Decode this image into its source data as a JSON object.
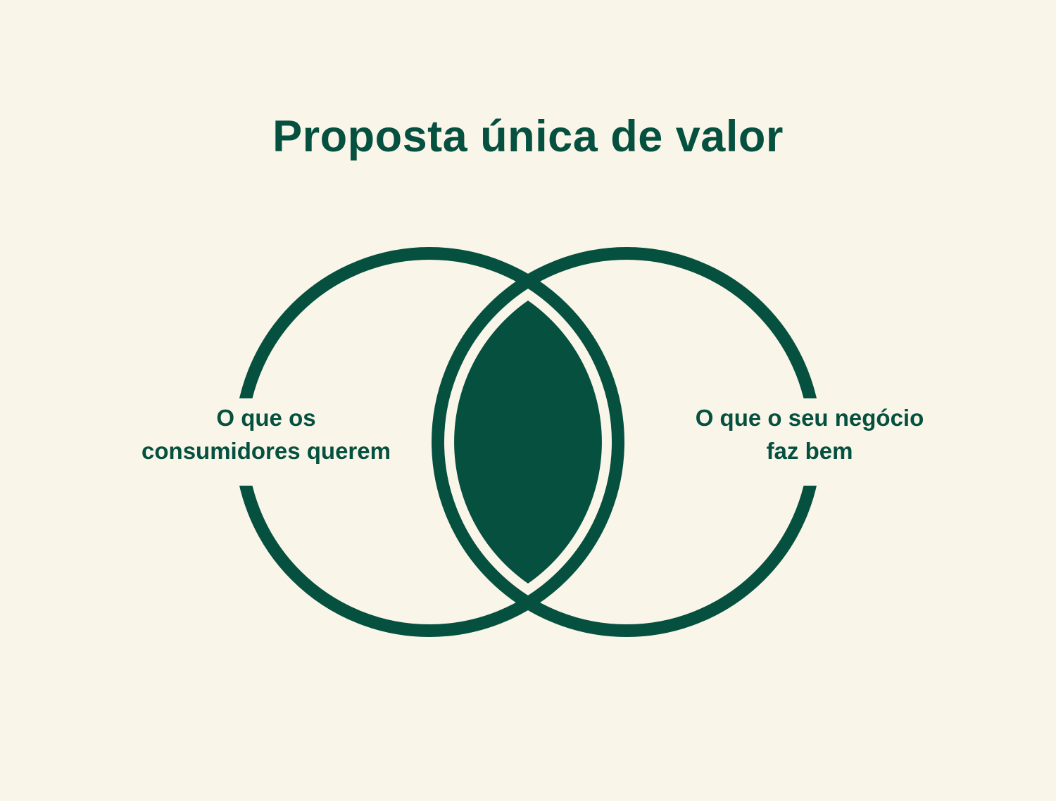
{
  "title": "Proposta única de valor",
  "colors": {
    "background": "#f9f5e8",
    "accent_green": "#05503f"
  },
  "venn": {
    "left_label": {
      "line1": "O que os",
      "line2": "consumidores querem"
    },
    "right_label": {
      "line1": "O que o seu negócio",
      "line2": "faz bem"
    }
  }
}
